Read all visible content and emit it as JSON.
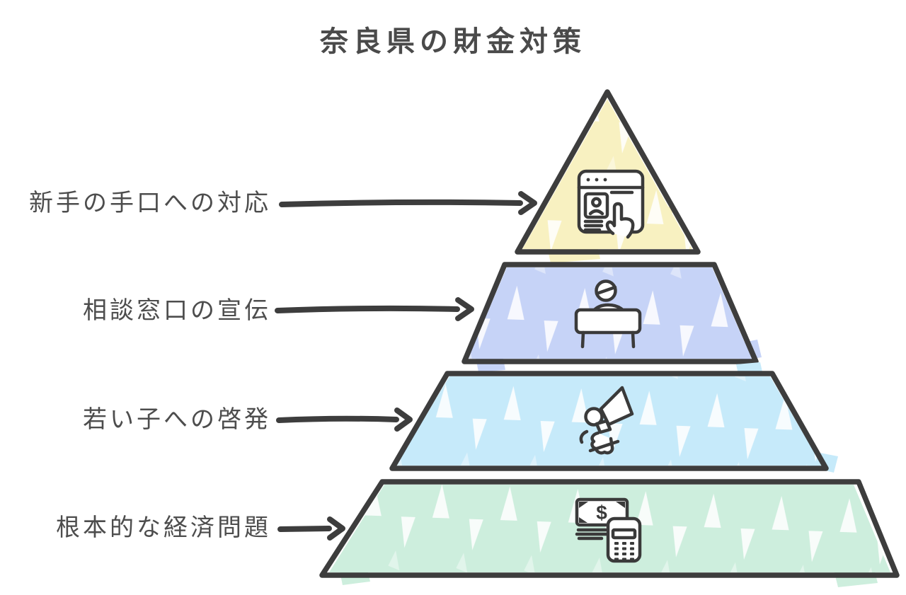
{
  "title": "奈良県の財金対策",
  "text_color": "#4a4a4a",
  "background_color": "#ffffff",
  "pyramid": {
    "stroke_color": "#3d3d3d",
    "icon_stroke": "#3a3a3a",
    "money_symbol": "$",
    "tiers": [
      {
        "label": "新手の手口への対応",
        "icon": "browser-id-verification-icon",
        "fill": "#f8f1c1"
      },
      {
        "label": "相談窓口の宣伝",
        "icon": "consultation-desk-icon",
        "fill": "#c6d3f7"
      },
      {
        "label": "若い子への啓発",
        "icon": "megaphone-icon",
        "fill": "#c6eafa"
      },
      {
        "label": "根本的な経済問題",
        "icon": "money-calculator-icon",
        "fill": "#cdeedd"
      }
    ]
  }
}
